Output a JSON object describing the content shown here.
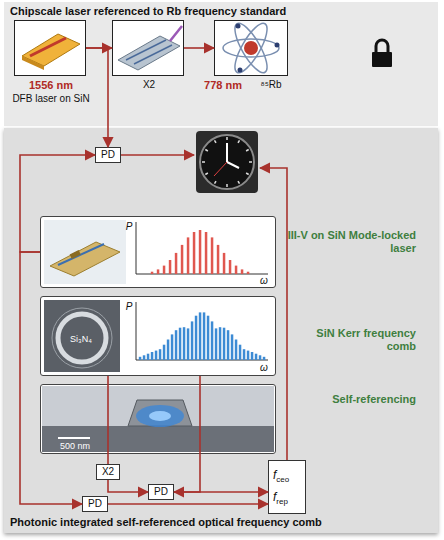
{
  "diagram": {
    "nodes": [
      {
        "text": [
          "Chipscale laser referenced to Rb frequency standard"
        ]
      },
      {
        "text": [
          "1556 nm",
          "DFB laser on SiN"
        ],
        "in": 0
      },
      {
        "text": [
          "X2"
        ],
        "in": 0
      },
      {
        "text": [
          "778 nm",
          "⁸⁵Rb"
        ],
        "in": 0
      },
      {
        "text": [
          "Photonic integrated self-referenced optical frequency comb"
        ]
      },
      {
        "text": [
          "PD"
        ],
        "in": 4
      },
      {
        "text": [
          "III-V on SiN Mode-locked laser",
          "P",
          "ω"
        ],
        "in": 4
      },
      {
        "text": [
          "SiN Kerr frequency comb",
          "Si₃N₄",
          "P",
          "ω"
        ],
        "in": 4
      },
      {
        "text": [
          "Self-referencing",
          "500 nm"
        ],
        "in": 4
      },
      {
        "text": [
          "X2"
        ],
        "in": 4
      },
      {
        "text": [
          "PD"
        ],
        "in": 4
      },
      {
        "text": [
          "fceo",
          "frep"
        ],
        "in": 4
      },
      {
        "text": [
          "PD"
        ],
        "in": 4
      }
    ],
    "edges": [
      {
        "from": 1,
        "to": 2,
        "arrow": "to"
      },
      {
        "from": 2,
        "to": 3,
        "arrow": "to"
      },
      {
        "from": 1,
        "to": 5,
        "arrow": "to"
      },
      {
        "from": 6,
        "to": 5,
        "arrow": "to"
      },
      {
        "from": 6,
        "to": 12,
        "arrow": "to"
      },
      {
        "from": 7,
        "to": 9,
        "arrow": "none"
      },
      {
        "from": 7,
        "to": 10,
        "arrow": "to"
      },
      {
        "from": 9,
        "to": 10,
        "arrow": "to"
      },
      {
        "from": 10,
        "to": 11,
        "arrow": "to"
      },
      {
        "from": 12,
        "to": 11,
        "arrow": "to"
      }
    ]
  }
}
